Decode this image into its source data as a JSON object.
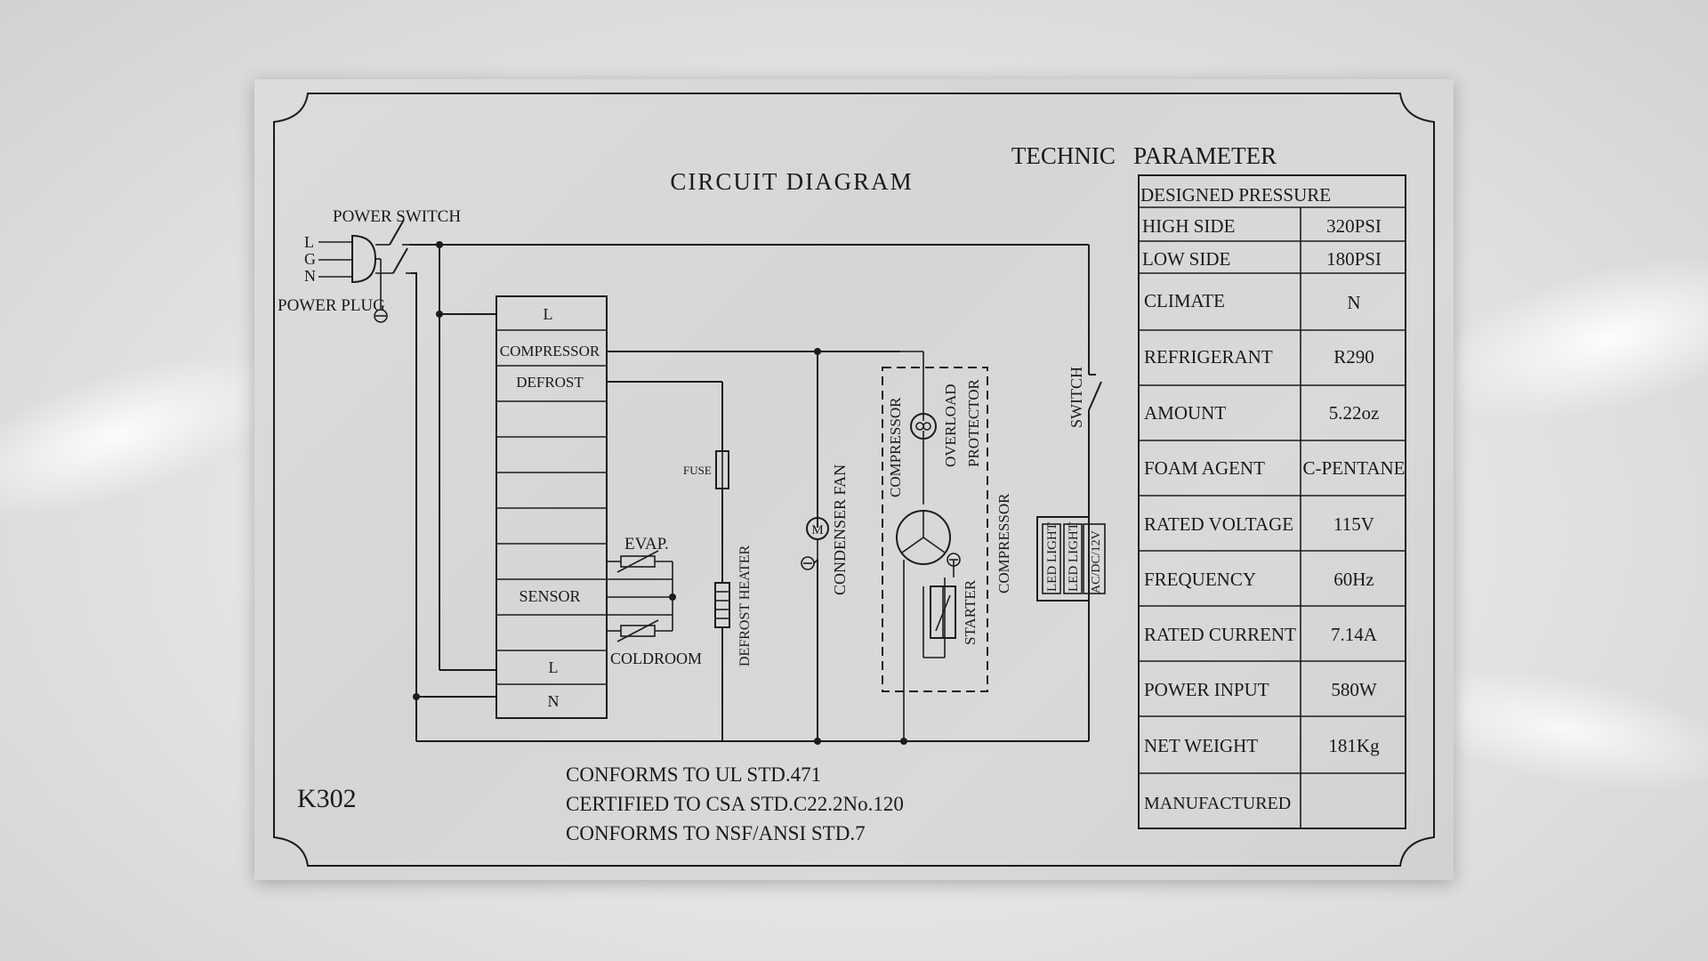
{
  "diagram": {
    "title": "CIRCUIT DIAGRAM",
    "model": "K302",
    "power_switch_label": "POWER SWITCH",
    "power_plug_label": "POWER PLUG",
    "plug_terminals": [
      "L",
      "G",
      "N"
    ],
    "controller_rows": [
      "L",
      "COMPRESSOR",
      "DEFROST",
      "",
      "",
      "",
      "",
      "",
      "SENSOR",
      "",
      "L",
      "N"
    ],
    "evap_label": "EVAP.",
    "coldroom_label": "COLDROOM",
    "fuse_label": "FUSE",
    "defrost_heater_label": "DEFROST HEATER",
    "motor_symbol": "M",
    "condenser_fan_label": "CONDENSER FAN",
    "compressor_small_label": "COMPRESSOR",
    "overload_label": "OVERLOAD",
    "protector_label": "PROTECTOR",
    "starter_label": "STARTER",
    "compressor_group_label": "COMPRESSOR",
    "led_light_1": "LED LIGHT",
    "led_light_2": "LED LIGHT",
    "led_supply": "AC/DC/12V",
    "switch_label": "SWITCH",
    "conformance": [
      "CONFORMS TO UL STD.471",
      "CERTIFIED TO CSA STD.C22.2No.120",
      "CONFORMS TO NSF/ANSI STD.7"
    ]
  },
  "parameters": {
    "title": "TECHNIC   PARAMETER",
    "header": "DESIGNED PRESSURE",
    "rows": [
      {
        "label": "HIGH SIDE",
        "value": "320PSI"
      },
      {
        "label": "LOW SIDE",
        "value": "180PSI"
      },
      {
        "label": "CLIMATE",
        "value": "N"
      },
      {
        "label": "REFRIGERANT",
        "value": "R290"
      },
      {
        "label": "AMOUNT",
        "value": "5.22oz"
      },
      {
        "label": "FOAM AGENT",
        "value": "C-PENTANE"
      },
      {
        "label": "RATED VOLTAGE",
        "value": "115V"
      },
      {
        "label": "FREQUENCY",
        "value": "60Hz"
      },
      {
        "label": "RATED CURRENT",
        "value": "7.14A"
      },
      {
        "label": "POWER INPUT",
        "value": "580W"
      },
      {
        "label": "NET WEIGHT",
        "value": "181Kg"
      },
      {
        "label": "MANUFACTURED",
        "value": ""
      }
    ]
  }
}
